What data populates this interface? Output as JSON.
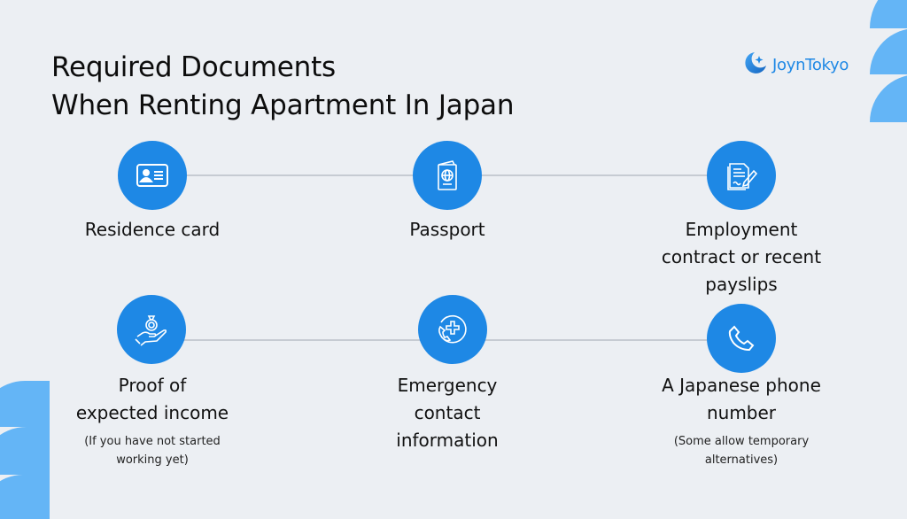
{
  "header": {
    "title_line1": "Required Documents",
    "title_line2": "When Renting Apartment In Japan"
  },
  "brand": {
    "name": "JoynTokyo",
    "logo_icon": "crescent-moon-star-icon",
    "color": "#1e88e5"
  },
  "colors": {
    "background": "#eceff3",
    "circle": "#1e88e5",
    "decoration": "#64b5f6",
    "connector": "#c6cbd2"
  },
  "documents": [
    {
      "label": "Residence card",
      "icon": "id-card-icon",
      "note": ""
    },
    {
      "label": "Passport",
      "icon": "passport-icon",
      "note": ""
    },
    {
      "label_lines": [
        "Employment",
        "contract or recent",
        "payslips"
      ],
      "icon": "contract-pen-icon",
      "note": ""
    },
    {
      "label_lines": [
        "Proof of",
        "expected income"
      ],
      "icon": "money-bag-hand-icon",
      "note_lines": [
        "(If you have not started",
        "working yet)"
      ]
    },
    {
      "label_lines": [
        "Emergency",
        "contact",
        "information"
      ],
      "icon": "emergency-phone-icon",
      "note": ""
    },
    {
      "label_lines": [
        "A Japanese phone",
        "number"
      ],
      "icon": "phone-icon",
      "note_lines": [
        "(Some allow temporary",
        "alternatives)"
      ]
    }
  ]
}
